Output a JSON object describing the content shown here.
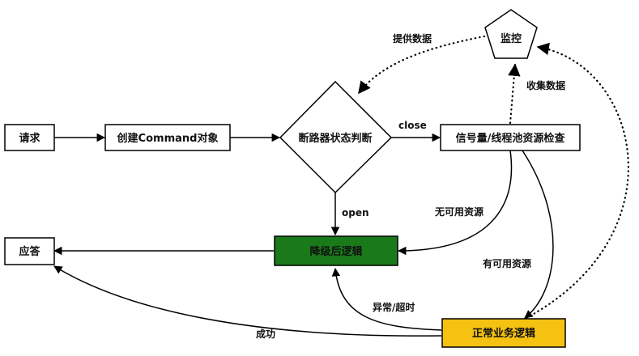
{
  "nodes": {
    "request": "请求",
    "create_command": "创建Command对象",
    "circuit_check": "断路器状态判断",
    "resource_check": "信号量/线程池资源检查",
    "fallback": "降级后逻辑",
    "response": "应答",
    "normal_logic": "正常业务逻辑",
    "monitor": "监控"
  },
  "edges": {
    "close": "close",
    "open": "open",
    "no_resource": "无可用资源",
    "has_resource": "有可用资源",
    "error_timeout": "异常/超时",
    "success": "成功",
    "provide_data": "提供数据",
    "collect_data": "收集数据"
  },
  "colors": {
    "fallback_fill": "#1a7a1a",
    "normal_logic_fill": "#f5c211",
    "stroke": "#000000"
  }
}
